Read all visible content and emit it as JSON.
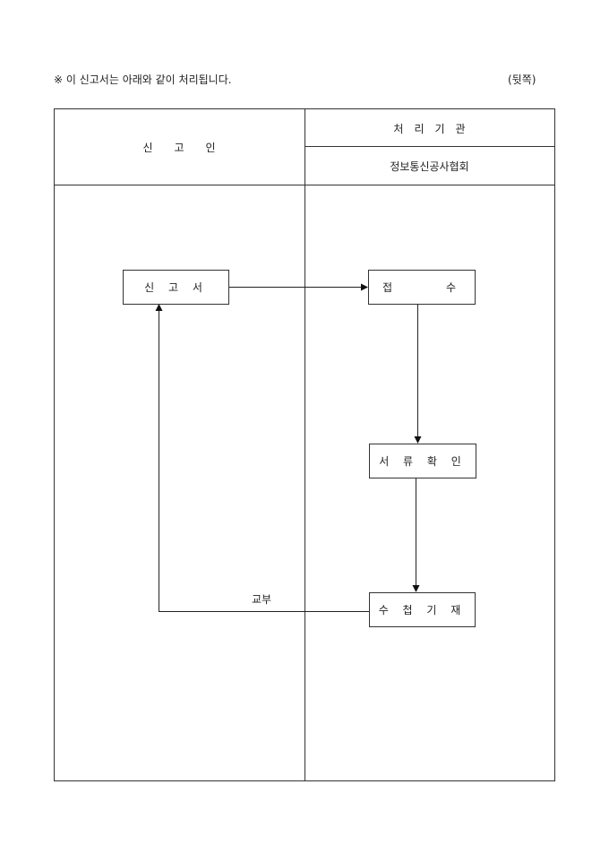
{
  "notice": "※ 이 신고서는 아래와 같이 처리됩니다.",
  "page_side": "(뒷쪽)",
  "table": {
    "col_applicant": "신　　고　　인",
    "col_processor": "처　리　기　관",
    "processor_name": "정보통신공사협회"
  },
  "flow": {
    "step_report": "신 고 서",
    "step_receipt": "접　　　수",
    "step_review": "서 류 확 인",
    "step_record": "수 첩 기 재",
    "return_label": "교부"
  }
}
